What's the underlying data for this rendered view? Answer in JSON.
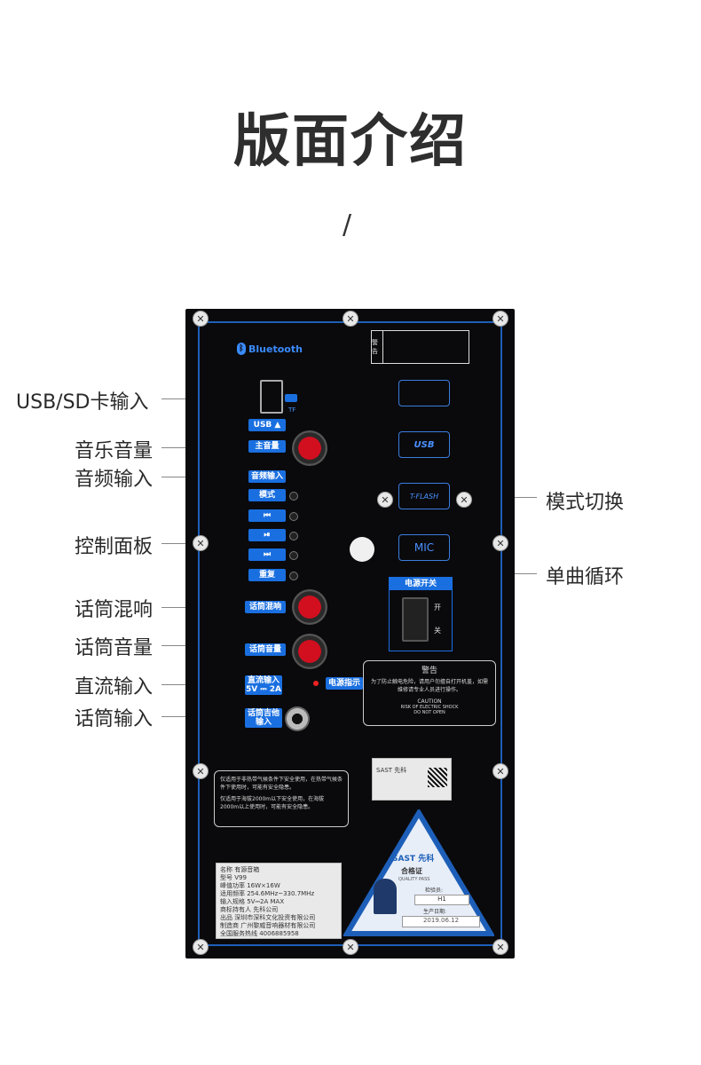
{
  "title": "版面介绍",
  "divider": "/",
  "left_callouts": [
    "USB/SD卡输入",
    "音乐音量",
    "音频输入",
    "控制面板",
    "话筒混响",
    "话筒音量",
    "直流输入",
    "话筒输入"
  ],
  "right_callouts": [
    "模式切换",
    "单曲循环"
  ],
  "panel": {
    "bluetooth": "Bluetooth",
    "labels": [
      "USB ▲",
      "主音量",
      "音频输入",
      "模式",
      "⏮",
      "⏯",
      "⏭",
      "重复",
      "话筒混响",
      "话筒音量",
      "直流输入\n5V ⎓ 2A",
      "话筒吉他\n输入"
    ],
    "usb_icon": "USB",
    "tflash": "T-FLASH",
    "mic": "MIC",
    "power_title": "电源开关",
    "power_on": "开",
    "power_off": "关",
    "power_indicator": "电源指示",
    "warning_title": "警告",
    "warning_text": "为了防止触电危险，请用户勿擅自打开机盖，如需维修请专业人员进行操作。",
    "caution": "CAUTION",
    "caution_line1": "RISK OF ELECTRIC SHOCK",
    "caution_line2": "DO NOT OPEN",
    "top_warning": "警告",
    "altitude_1": "仅适用于非热带气候条件下安全使用，在热带气候条件下使用时，可能有安全隐患。",
    "altitude_2": "仅适用于海拔2000m以下安全使用，在海拔2000m以上使用时，可能有安全隐患。",
    "brand": "SAST 先科",
    "qc_title": "合格证",
    "qc_sub": "QUALITY PASS",
    "inspector_label": "检验员:",
    "inspector": "H1",
    "date_label": "生产日期:",
    "date": "2019.06.12",
    "spec_lines": [
      "名称 有源音箱",
      "型号 V99",
      "峰值功率 16W×16W",
      "适用频率 254.6MHz~330.7MHz",
      "输入规格 5V⎓2A MAX",
      "商标持有人 先科公司",
      "出品 深圳市深科文化投资有限公司",
      "制造商 广州黎威音响器材有限公司",
      "全国服务热线 4006885958"
    ]
  },
  "colors": {
    "accent": "#1a6fe0",
    "panel": "#0a0a0c",
    "knob": "#d10f1f"
  }
}
